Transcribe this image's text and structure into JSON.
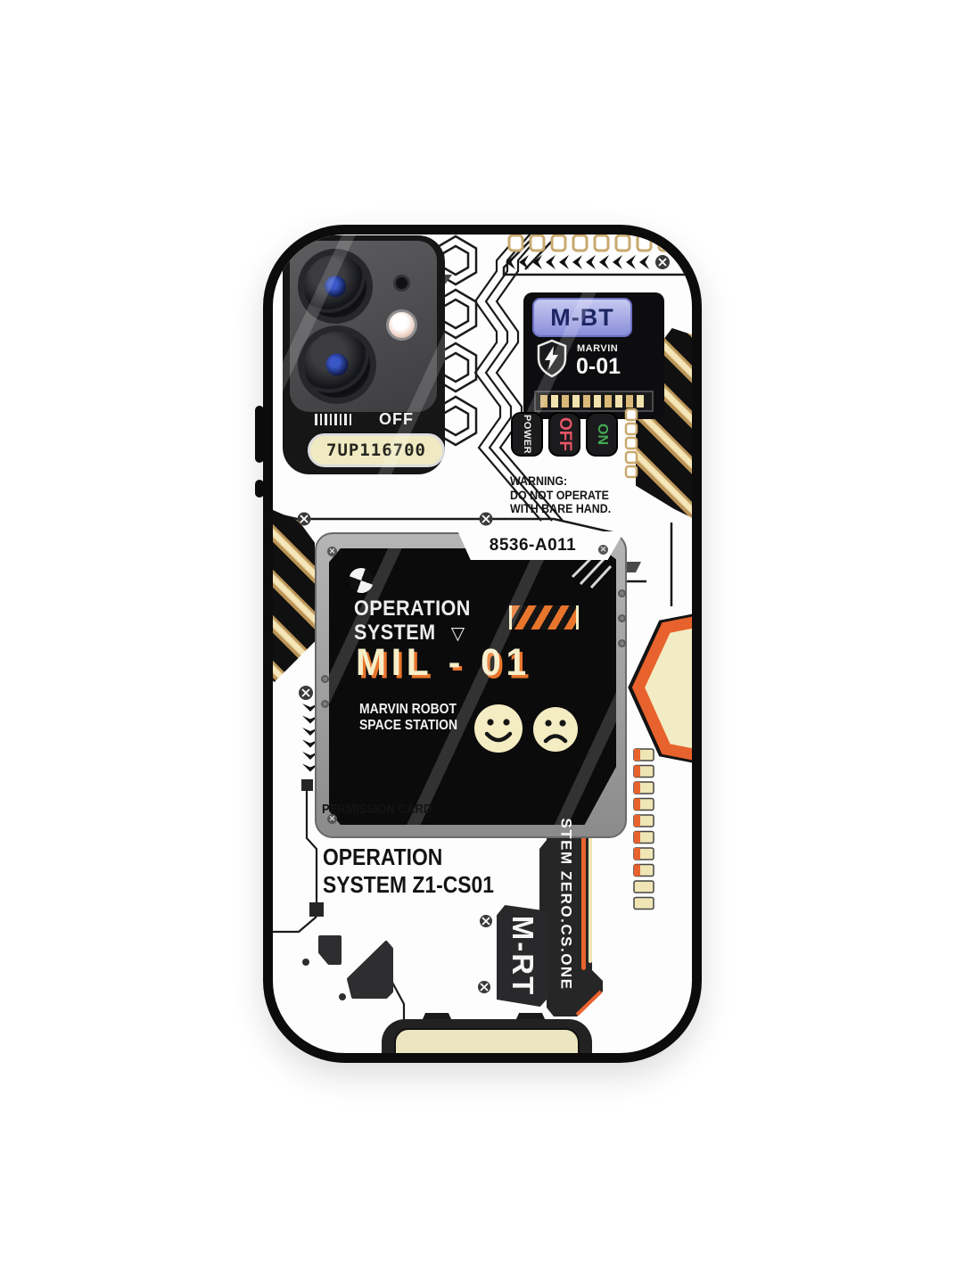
{
  "case": {
    "camera": {
      "status": "OFF",
      "lcd": "7UP116700"
    },
    "module": {
      "label": "M-BT",
      "brand": "MARVIN",
      "code": "0-01"
    },
    "controls": {
      "power": "POWER",
      "off": "OFF",
      "on": "ON"
    },
    "warning": {
      "l1": "WARNING:",
      "l2": "DO NOT OPERATE",
      "l3": "WITH BARE HAND."
    },
    "panel": {
      "serial": "8536-A011",
      "t1": "OPERATION",
      "t2": "SYSTEM",
      "tri": "▽",
      "model": "MIL - 01",
      "s1": "MARVIN ROBOT",
      "s2": "SPACE STATION"
    },
    "footer": {
      "permission": "PERMISSION CARD",
      "os1": "OPERATION",
      "os2": "SYSTEM Z1-CS01"
    },
    "tag": {
      "label": "M-RT"
    },
    "rail": {
      "label": "STEM ZERO.CS.ONE"
    }
  },
  "colors": {
    "orange": "#e8752c",
    "cream": "#f2ecc4",
    "gold_border": "#c9a96e",
    "purple_label": "#9aa0e0",
    "off_red": "#e85566",
    "on_green": "#43a853",
    "case_black": "#0c0c0c"
  }
}
